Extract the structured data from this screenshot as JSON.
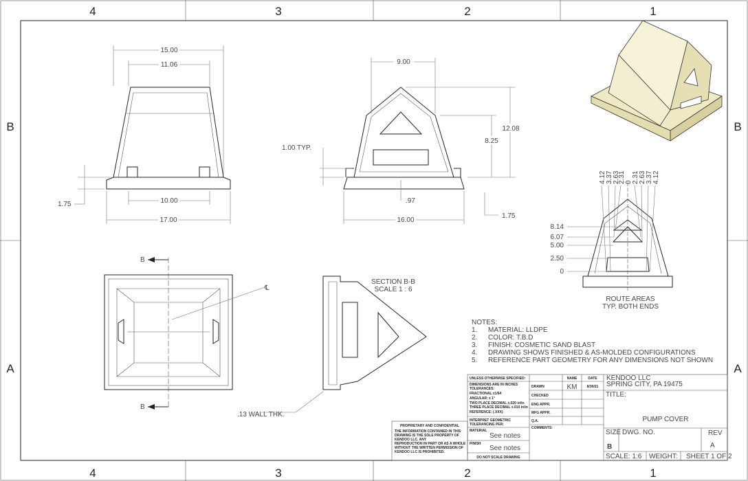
{
  "zones": {
    "cols": [
      "4",
      "3",
      "2",
      "1"
    ],
    "rows": [
      "B",
      "A"
    ]
  },
  "front_view": {
    "dims": [
      "15.00",
      "11.06",
      "10.00",
      "17.00",
      "1.75"
    ]
  },
  "side_view": {
    "dims": [
      "9.00",
      "12.08",
      "8.25",
      "1.00 TYP.",
      ".97",
      "16.00",
      "1.75"
    ]
  },
  "top_view": {
    "section_marker": "B",
    "centerline": "℄"
  },
  "section_view": {
    "title": "SECTION B-B",
    "scale": "SCALE 1 : 6",
    "wall": ".13 WALL THK."
  },
  "route_areas": {
    "x_dims": [
      "4.12",
      "3.37",
      "2.63",
      "2.31",
      "0",
      "2.31",
      "2.63",
      "3.37",
      "4.12"
    ],
    "y_dims": [
      "8.14",
      "6.07",
      "5.00",
      "2.50",
      "0"
    ],
    "caption1": "ROUTE AREAS",
    "caption2": "TYP. BOTH ENDS"
  },
  "notes": {
    "title": "NOTES:",
    "items": [
      {
        "n": "1.",
        "text": "MATERIAL: LLDPE"
      },
      {
        "n": "2.",
        "text": "COLOR: T.B.D"
      },
      {
        "n": "3.",
        "text": "FINISH: COSMETIC SAND BLAST"
      },
      {
        "n": "4.",
        "text": "DRAWING SHOWS FINISHED & AS-MOLDED CONFIGURATIONS"
      },
      {
        "n": "5.",
        "text": "REFERENCE PART GEOMETRY FOR ANY DIMENSIONS NOT SHOWN"
      }
    ]
  },
  "proprietary": {
    "title": "PROPRIETARY AND CONFIDENTIAL",
    "lines": [
      "THE INFORMATION CONTAINED IN THIS",
      "DRAWING IS THE SOLE PROPERTY OF",
      "KENDOO LLC.  ANY",
      "REPRODUCTION IN PART OR AS A WHOLE",
      "WITHOUT THE WRITTEN PERMISSION OF",
      "KENDOO LLC IS PROHIBITED."
    ]
  },
  "title_block": {
    "tolerances": [
      "UNLESS OTHERWISE SPECIFIED:",
      "DIMENSIONS ARE IN INCHES",
      "TOLERANCES:",
      "FRACTIONAL ±1/64",
      "ANGULAR: ± 1°",
      "TWO PLACE DECIMAL ±.020 in/in",
      "THREE PLACE DECIMAL ±.010 in/in",
      "REFERENCE: (.XXX)"
    ],
    "interpret": [
      "INTERPRET GEOMETRIC",
      "TOLERANCING PER:"
    ],
    "material_label": "MATERIAL",
    "material": "See notes",
    "finish_label": "FINISH",
    "finish": "See notes",
    "no_scale": "DO NOT SCALE DRAWING",
    "name_h": "NAME",
    "date_h": "DATE",
    "rows": [
      "DRAWN",
      "CHECKED",
      "ENG APPR.",
      "MFG APPR.",
      "Q.A."
    ],
    "drawn_name": "KM",
    "drawn_date": "8/30/21",
    "comments": "COMMENTS:",
    "company": "KENDOO LLC",
    "address": "SPRING CITY, PA 19475",
    "title_label": "TITLE:",
    "title": "PUMP COVER",
    "size_label": "SIZE",
    "size": "B",
    "dwg_label": "DWG.  NO.",
    "rev_label": "REV",
    "rev": "A",
    "scale": "SCALE: 1:6",
    "weight": "WEIGHT:",
    "sheet": "SHEET 1 OF 2"
  }
}
